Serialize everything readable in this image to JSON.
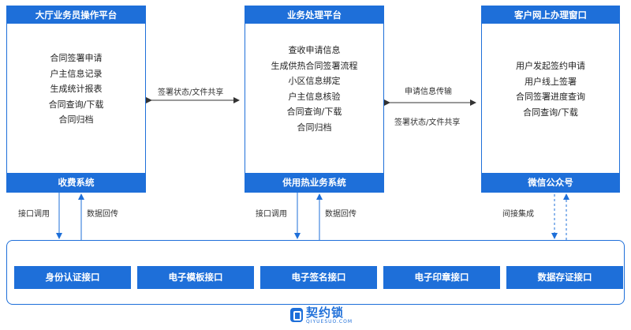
{
  "panels": {
    "left": {
      "title": "大厅业务员操作平台",
      "items": [
        "合同签署申请",
        "户主信息记录",
        "生成统计报表",
        "合同查询/下载",
        "合同归档"
      ],
      "footer": "收费系统"
    },
    "middle": {
      "title": "业务处理平台",
      "items": [
        "查收申请信息",
        "生成供热合同签署流程",
        "小区信息绑定",
        "户主信息核验",
        "合同查询/下载",
        "合同归档"
      ],
      "footer": "供用热业务系统"
    },
    "right": {
      "title": "客户网上办理窗口",
      "items": [
        "用户发起签约申请",
        "用户线上签署",
        "合同签署进度查询",
        "合同查询/下载"
      ],
      "footer": "微信公众号"
    }
  },
  "edges": {
    "left_middle": "签署状态/文件共享",
    "middle_right_top": "申请信息传输",
    "middle_right_bottom": "签署状态/文件共享",
    "left_down": "接口调用",
    "left_up": "数据回传",
    "middle_down": "接口调用",
    "middle_up": "数据回传",
    "right_indirect": "间接集成"
  },
  "interfaces": [
    "身份认证接口",
    "电子模板接口",
    "电子签名接口",
    "电子印章接口",
    "数据存证接口"
  ],
  "logo": {
    "name": "契约锁",
    "sub": "QIYUESUO.COM"
  },
  "colors": {
    "brand": "#1e6fd9"
  }
}
